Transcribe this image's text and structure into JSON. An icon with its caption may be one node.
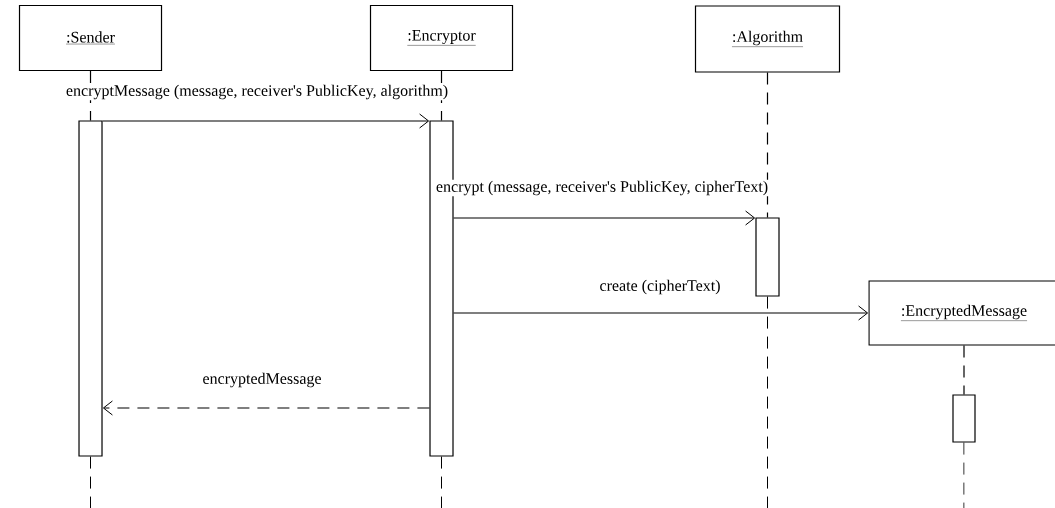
{
  "diagram": {
    "nodes": [
      {
        "text": [
          ":Sender"
        ]
      },
      {
        "text": [
          ":Encryptor"
        ]
      },
      {
        "text": [
          ":Algorithm"
        ]
      },
      {
        "text": [
          ":EncryptedMessage"
        ]
      },
      {
        "text": [],
        "shape": "bar"
      },
      {
        "text": [],
        "shape": "bar"
      },
      {
        "text": [],
        "shape": "bar"
      },
      {
        "text": [],
        "shape": "bar"
      }
    ],
    "edges": [
      {
        "from": 4,
        "to": 5,
        "arrow": "to",
        "label": "encryptMessage (message, receiver's PublicKey, algorithm)"
      },
      {
        "from": 5,
        "to": 6,
        "arrow": "to",
        "label": "encrypt (message, receiver's PublicKey, cipherText)"
      },
      {
        "from": 5,
        "to": 3,
        "arrow": "to",
        "label": "create (cipherText)"
      },
      {
        "from": 5,
        "to": 4,
        "arrow": "to",
        "label": "encryptedMessage",
        "style": "dashed"
      },
      {
        "from": 0,
        "to": 4,
        "arrow": "none",
        "style": "dashed"
      },
      {
        "from": 1,
        "to": 5,
        "arrow": "none",
        "style": "dashed"
      },
      {
        "from": 2,
        "to": 6,
        "arrow": "none",
        "style": "dashed"
      },
      {
        "from": 3,
        "to": 7,
        "arrow": "none",
        "style": "dashed"
      }
    ]
  }
}
